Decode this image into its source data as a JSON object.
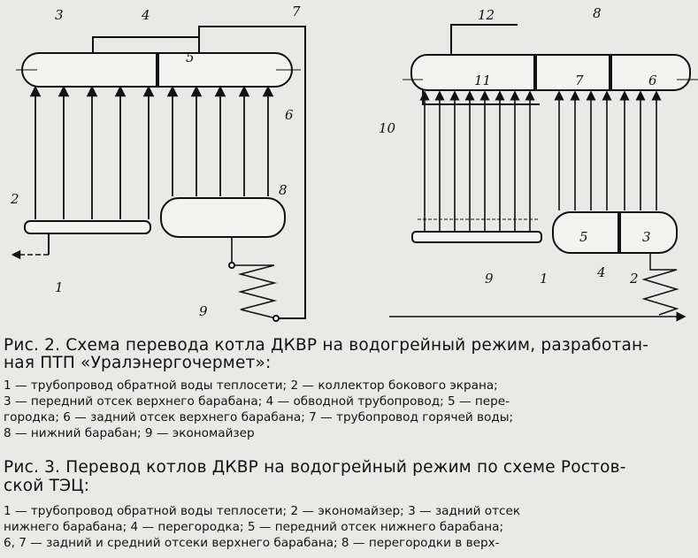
{
  "figure2": {
    "labels": [
      "1",
      "2",
      "3",
      "4",
      "5",
      "6",
      "7",
      "8",
      "9"
    ]
  },
  "figure3": {
    "labels": [
      "1",
      "2",
      "3",
      "4",
      "5",
      "6",
      "7",
      "8",
      "9",
      "10",
      "11",
      "12"
    ]
  },
  "caption2": {
    "title_line1": "Рис. 2. Схема перевода котла ДКВР на водогрейный режим, разработан-",
    "title_line2": "ная ПТП «Уралэнергочермет»:",
    "legend_line1": "1 — трубопровод обратной воды теплосети; 2 — коллектор бокового экрана;",
    "legend_line2": "3 — передний отсек верхнего барабана; 4 — обводной трубопровод; 5 — пере-",
    "legend_line3": "городка; 6 — задний отсек верхнего барабана; 7 — трубопровод горячей воды;",
    "legend_line4": "8 — нижний барабан; 9 — экономайзер"
  },
  "caption3": {
    "title_line1": "Рис. 3. Перевод котлов ДКВР на водогрейный режим по схеме Ростов-",
    "title_line2": "ской ТЭЦ:",
    "legend_line1": "1 — трубопровод обратной воды теплосети; 2 — экономайзер; 3 — задний отсек",
    "legend_line2": "нижнего барабана; 4 — перегородка; 5 — передний отсек нижнего барабана;",
    "legend_line3": "6, 7 — задний и средний отсеки верхнего барабана; 8 — перегородки в верх-"
  }
}
